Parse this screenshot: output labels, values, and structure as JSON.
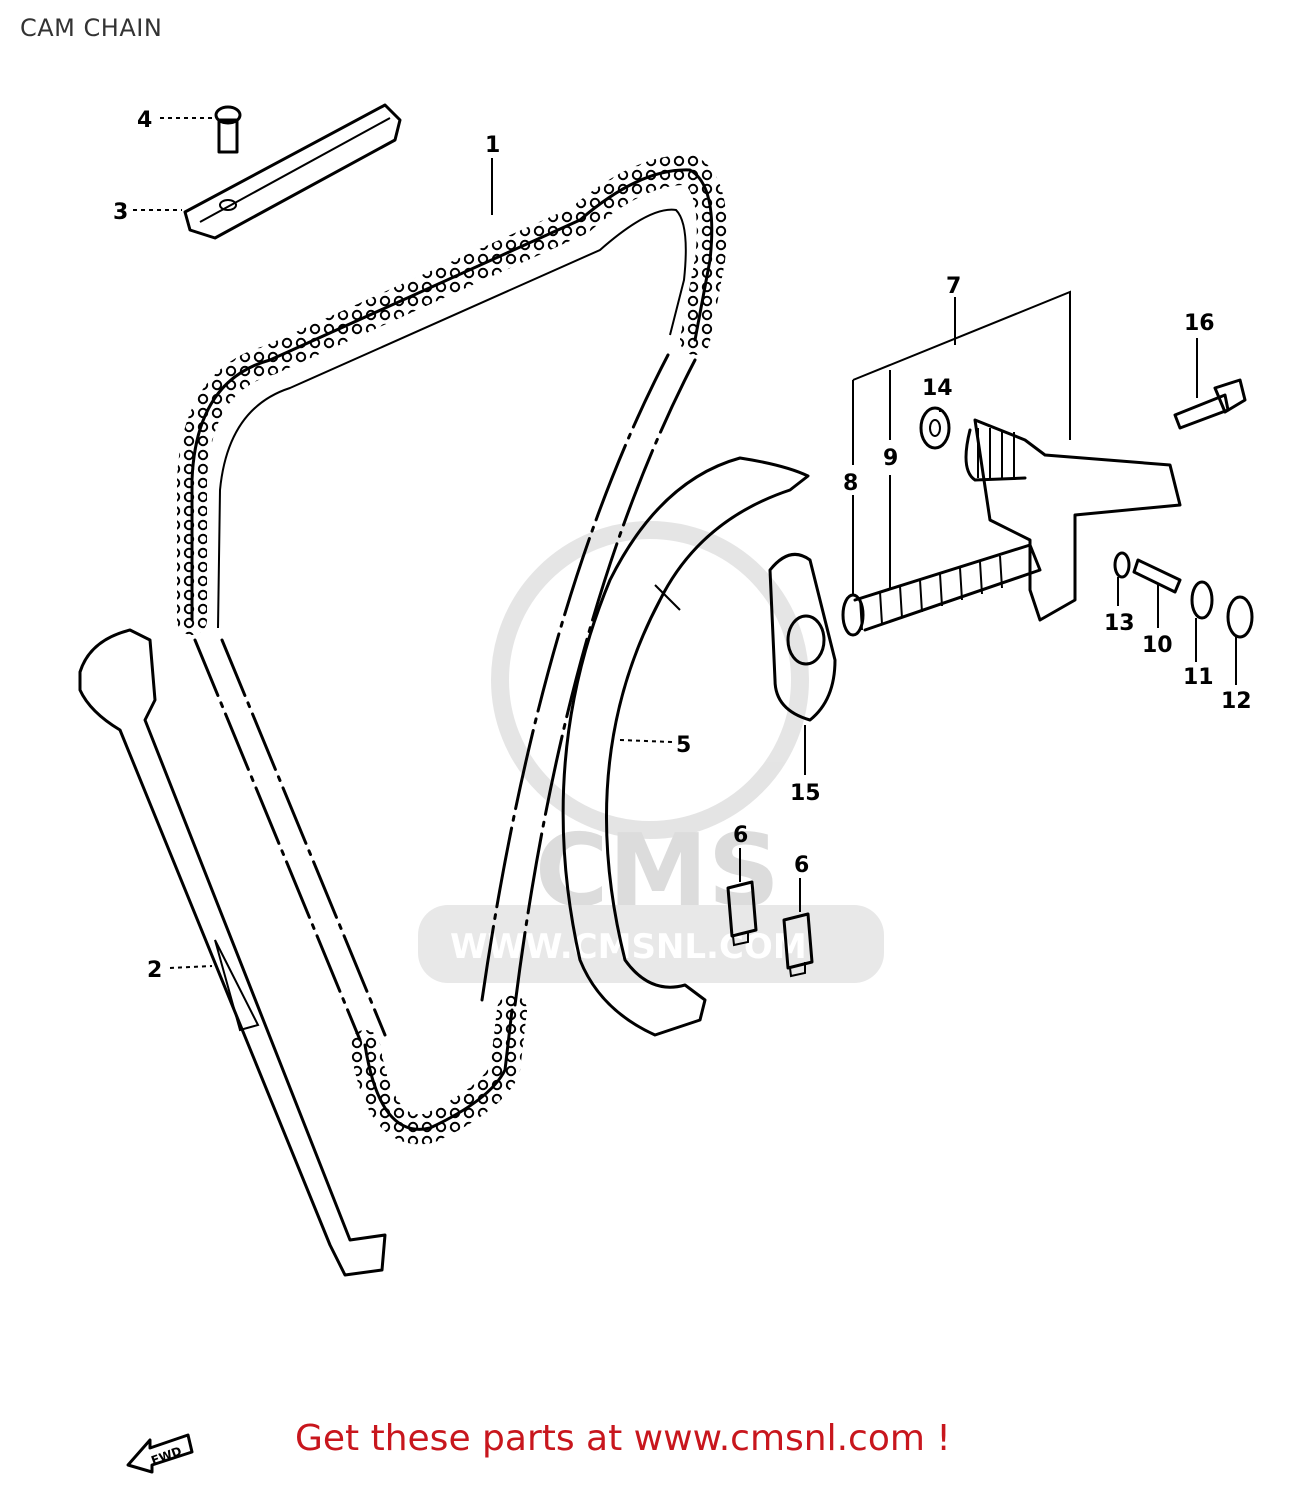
{
  "page": {
    "title": "CAM CHAIN",
    "footer_link": "Get these parts at www.cmsnl.com !"
  },
  "watermark": {
    "logo_text": "CMS",
    "url_text": "WWW.CMSNL.COM"
  },
  "direction_arrow": {
    "label": "FWD"
  },
  "callouts": [
    {
      "id": "1",
      "label": "1"
    },
    {
      "id": "2",
      "label": "2"
    },
    {
      "id": "3",
      "label": "3"
    },
    {
      "id": "4",
      "label": "4"
    },
    {
      "id": "5",
      "label": "5"
    },
    {
      "id": "6a",
      "label": "6"
    },
    {
      "id": "6b",
      "label": "6"
    },
    {
      "id": "7",
      "label": "7"
    },
    {
      "id": "8",
      "label": "8"
    },
    {
      "id": "9",
      "label": "9"
    },
    {
      "id": "10",
      "label": "10"
    },
    {
      "id": "11",
      "label": "11"
    },
    {
      "id": "12",
      "label": "12"
    },
    {
      "id": "13",
      "label": "13"
    },
    {
      "id": "14",
      "label": "14"
    },
    {
      "id": "15",
      "label": "15"
    },
    {
      "id": "16",
      "label": "16"
    }
  ],
  "colors": {
    "footer_link": "#c8161d",
    "title": "#333333",
    "watermark": "#d9d9d9",
    "line_art": "#000000"
  }
}
